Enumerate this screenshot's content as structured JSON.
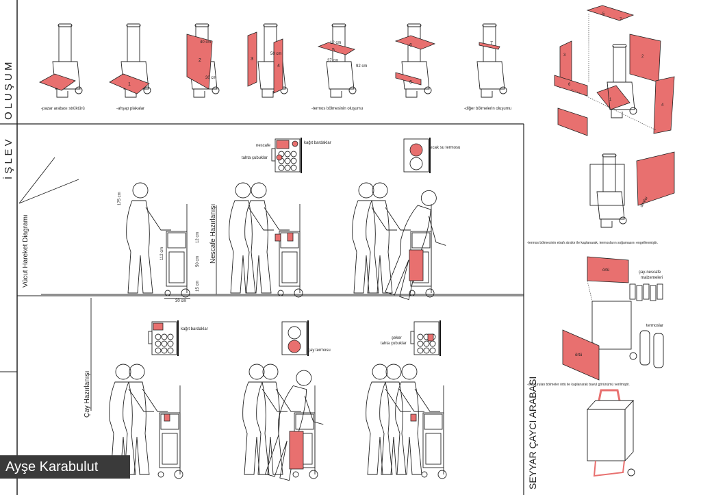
{
  "sections": {
    "olusum": "O L U Ş U M",
    "islev": "İ Ş L E V",
    "project_title": "SEYYAR ÇAYCI ARABASI"
  },
  "author": "Ayşe Karabulut",
  "olusum": {
    "captions": [
      "-pazar arabası strüktürü",
      "-ahşap plakalar",
      "-termos bölmesinin oluşumu",
      "-diğer bölmelerin oluşumu"
    ],
    "panel_numbers": [
      "1",
      "2",
      "3",
      "4",
      "5",
      "6",
      "6",
      "7"
    ],
    "dimensions": [
      "40 cm",
      "30 cm",
      "50 cm",
      "12 cm",
      "37 cm",
      "92 cm"
    ]
  },
  "islev": {
    "diagram_title": "Vücut Hareket Diagramı",
    "nescafe_title": "Nescafe Hazırlanışı",
    "cay_title": "Çay Hazırlanışı",
    "measurements": [
      "175 cm",
      "112 cm",
      "12 cm",
      "50 cm",
      "15 cm",
      "30 cm"
    ],
    "labels": {
      "nescafe": "nescafe",
      "kagit_bardaklar": "kağıt bardaklar",
      "tahta_cubuklar": "tahta çubuklar",
      "sicak_su_termosu": "sıcak su termosu",
      "cay_termosu": "çay termosu",
      "seker": "şeker",
      "kagit_bardaklar_2": "kağıt bardaklar",
      "tahta_cubuklar_2": "tahta çubuklar"
    }
  },
  "right_panel": {
    "strafor": "strafor",
    "strafor_caption": "-termos bölmesinin etrafı strafor ile kaplanarak, termosların soğumasını engellenmiştir.",
    "ortu": "örtü",
    "ortu_2": "örtü",
    "cay_nescafe": "çay-nescafe",
    "malzemeleri": "malzemeleri",
    "termoslar": "termoslar",
    "ortu_caption": "-oluşturulan bölmeler örtü ile kaplanarak bavul görünümü verilmiştir.",
    "exploded_numbers": [
      "1",
      "2",
      "3",
      "4",
      "5",
      "6",
      "7"
    ]
  },
  "colors": {
    "accent": "#e8706f",
    "line": "#222222",
    "label_bg": "#3a3a3a"
  }
}
